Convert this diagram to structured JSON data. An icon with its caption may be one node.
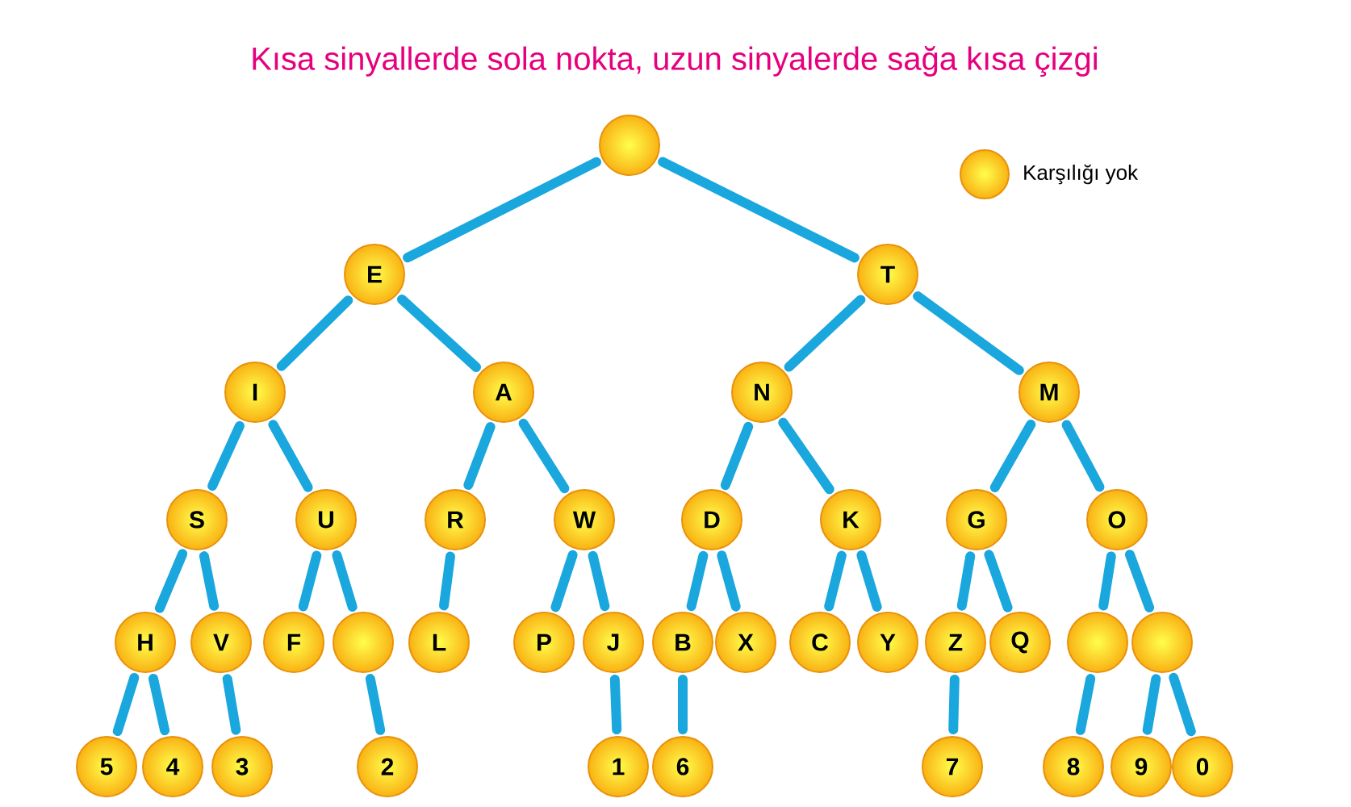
{
  "diagram": {
    "title": "Kısa sinyallerde sola nokta, uzun sinyalerde sağa kısa çizgi",
    "nodes": [
      {
        "text": [],
        "shape": "circle"
      },
      {
        "text": [
          "E"
        ]
      },
      {
        "text": [
          "T"
        ]
      },
      {
        "text": [
          "I"
        ]
      },
      {
        "text": [
          "A"
        ]
      },
      {
        "text": [
          "N"
        ]
      },
      {
        "text": [
          "M"
        ]
      },
      {
        "text": [
          "S"
        ]
      },
      {
        "text": [
          "U"
        ]
      },
      {
        "text": [
          "R"
        ]
      },
      {
        "text": [
          "W"
        ]
      },
      {
        "text": [
          "D"
        ]
      },
      {
        "text": [
          "K"
        ]
      },
      {
        "text": [
          "G"
        ]
      },
      {
        "text": [
          "O"
        ]
      },
      {
        "text": [
          "H"
        ]
      },
      {
        "text": [
          "V"
        ]
      },
      {
        "text": [
          "F"
        ]
      },
      {
        "text": [],
        "shape": "circle"
      },
      {
        "text": [
          "L"
        ]
      },
      {
        "text": [
          "P"
        ]
      },
      {
        "text": [
          "J"
        ]
      },
      {
        "text": [
          "B"
        ]
      },
      {
        "text": [
          "X"
        ]
      },
      {
        "text": [
          "C"
        ]
      },
      {
        "text": [
          "Y"
        ]
      },
      {
        "text": [
          "Z"
        ]
      },
      {
        "text": [
          "Q"
        ]
      },
      {
        "text": [],
        "shape": "circle"
      },
      {
        "text": [],
        "shape": "circle"
      },
      {
        "text": [
          "5"
        ]
      },
      {
        "text": [
          "4"
        ]
      },
      {
        "text": [
          "3"
        ]
      },
      {
        "text": [
          "2"
        ]
      },
      {
        "text": [
          "1"
        ]
      },
      {
        "text": [
          "6"
        ]
      },
      {
        "text": [
          "7"
        ]
      },
      {
        "text": [
          "8"
        ]
      },
      {
        "text": [
          "9"
        ]
      },
      {
        "text": [
          "0"
        ]
      }
    ],
    "edges": [
      {
        "from": 0,
        "to": 1,
        "arrow": "none"
      },
      {
        "from": 0,
        "to": 2,
        "arrow": "none"
      },
      {
        "from": 1,
        "to": 3,
        "arrow": "none"
      },
      {
        "from": 1,
        "to": 4,
        "arrow": "none"
      },
      {
        "from": 2,
        "to": 5,
        "arrow": "none"
      },
      {
        "from": 2,
        "to": 6,
        "arrow": "none"
      },
      {
        "from": 3,
        "to": 7,
        "arrow": "none"
      },
      {
        "from": 3,
        "to": 8,
        "arrow": "none"
      },
      {
        "from": 4,
        "to": 9,
        "arrow": "none"
      },
      {
        "from": 4,
        "to": 10,
        "arrow": "none"
      },
      {
        "from": 5,
        "to": 11,
        "arrow": "none"
      },
      {
        "from": 5,
        "to": 12,
        "arrow": "none"
      },
      {
        "from": 6,
        "to": 13,
        "arrow": "none"
      },
      {
        "from": 6,
        "to": 14,
        "arrow": "none"
      },
      {
        "from": 7,
        "to": 15,
        "arrow": "none"
      },
      {
        "from": 7,
        "to": 16,
        "arrow": "none"
      },
      {
        "from": 8,
        "to": 17,
        "arrow": "none"
      },
      {
        "from": 8,
        "to": 18,
        "arrow": "none"
      },
      {
        "from": 9,
        "to": 19,
        "arrow": "none"
      },
      {
        "from": 10,
        "to": 20,
        "arrow": "none"
      },
      {
        "from": 10,
        "to": 21,
        "arrow": "none"
      },
      {
        "from": 11,
        "to": 22,
        "arrow": "none"
      },
      {
        "from": 11,
        "to": 23,
        "arrow": "none"
      },
      {
        "from": 12,
        "to": 24,
        "arrow": "none"
      },
      {
        "from": 12,
        "to": 25,
        "arrow": "none"
      },
      {
        "from": 13,
        "to": 26,
        "arrow": "none"
      },
      {
        "from": 13,
        "to": 27,
        "arrow": "none"
      },
      {
        "from": 14,
        "to": 28,
        "arrow": "none"
      },
      {
        "from": 14,
        "to": 29,
        "arrow": "none"
      },
      {
        "from": 15,
        "to": 30,
        "arrow": "none"
      },
      {
        "from": 15,
        "to": 31,
        "arrow": "none"
      },
      {
        "from": 16,
        "to": 32,
        "arrow": "none"
      },
      {
        "from": 18,
        "to": 33,
        "arrow": "none"
      },
      {
        "from": 21,
        "to": 34,
        "arrow": "none"
      },
      {
        "from": 22,
        "to": 35,
        "arrow": "none"
      },
      {
        "from": 26,
        "to": 36,
        "arrow": "none"
      },
      {
        "from": 28,
        "to": 37,
        "arrow": "none"
      },
      {
        "from": 29,
        "to": 38,
        "arrow": "none"
      },
      {
        "from": 29,
        "to": 39,
        "arrow": "none"
      }
    ],
    "legend": [
      {
        "text": "Karşılığı yok"
      }
    ]
  }
}
